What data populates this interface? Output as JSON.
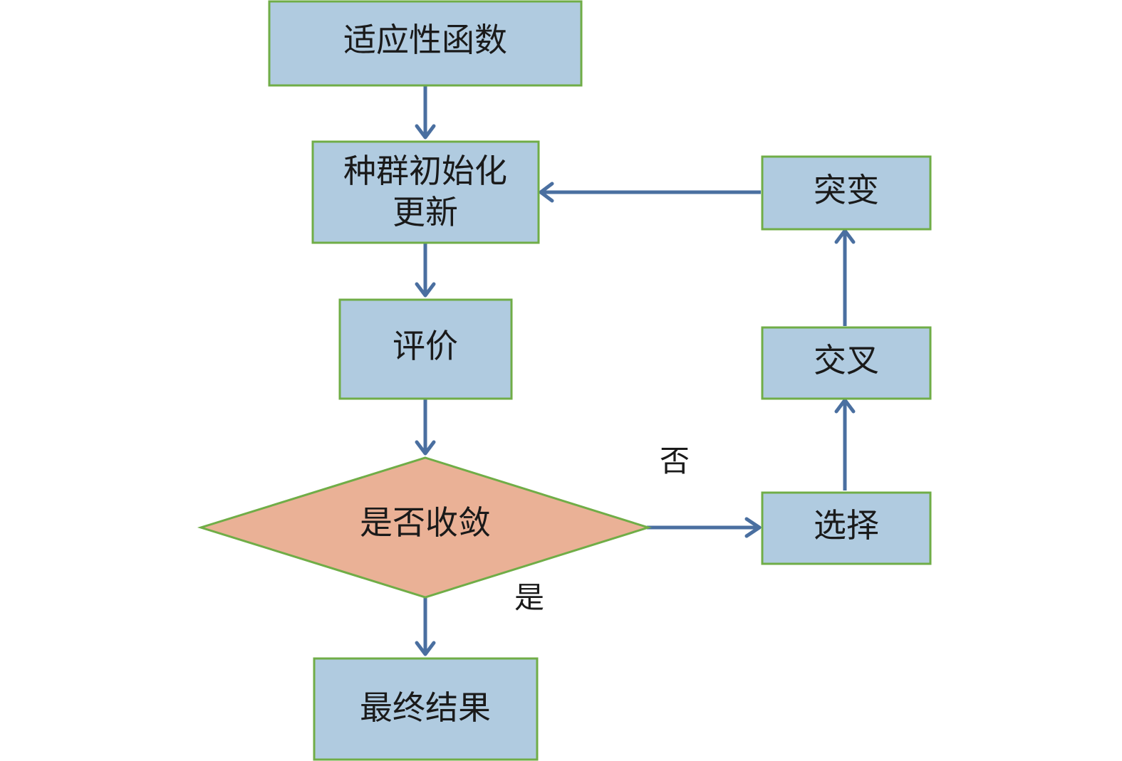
{
  "nodes": {
    "fitness": {
      "label": "适应性函数"
    },
    "init": {
      "line1": "种群初始化",
      "line2": "更新"
    },
    "evaluate": {
      "label": "评价"
    },
    "converge": {
      "label": "是否收敛"
    },
    "result": {
      "label": "最终结果"
    },
    "select": {
      "label": "选择"
    },
    "crossover": {
      "label": "交叉"
    },
    "mutate": {
      "label": "突变"
    }
  },
  "edges": {
    "no_label": "否",
    "yes_label": "是"
  },
  "colors": {
    "box_fill": "#b0cbe0",
    "decision_fill": "#eab196",
    "border": "#70ad47",
    "arrow": "#4a6fa0"
  }
}
